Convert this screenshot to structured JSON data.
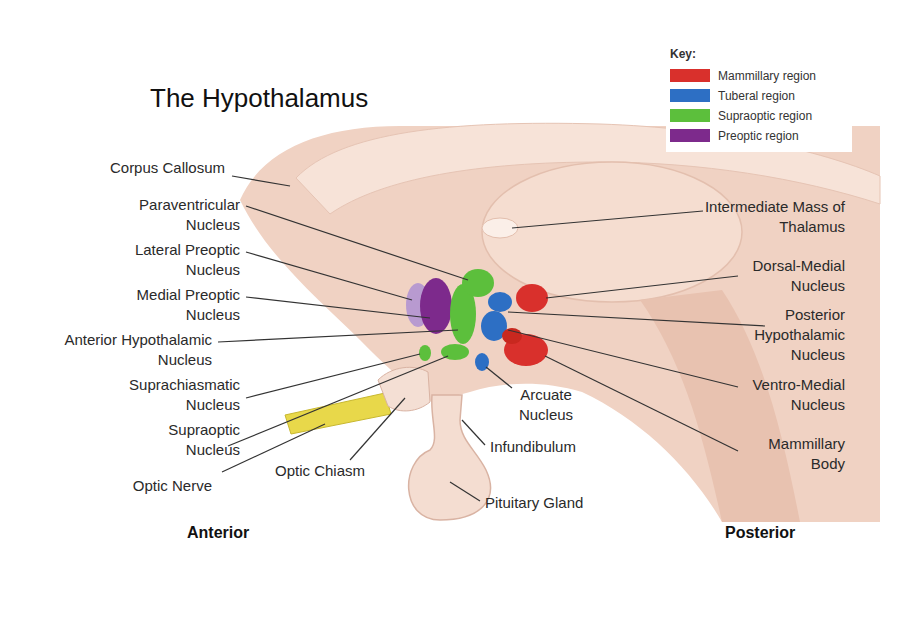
{
  "diagram": {
    "title": "The Hypothalamus",
    "labels": [
      "Key:",
      "Corpus Callosum",
      "Intermediate Mass of Thalamus",
      "Paraventricular Nucleus",
      "Lateral Preoptic Nucleus",
      "Dorsal-Medial Nucleus",
      "Medial Preoptic Nucleus",
      "Posterior Hypothalamic Nucleus",
      "Anterior Hypothalamic Nucleus",
      "Suprachiasmatic Nucleus",
      "Ventro-Medial Nucleus",
      "Arcuate Nucleus",
      "Supraoptic Nucleus",
      "Infundibulum",
      "Mammillary Body",
      "Optic Chiasm",
      "Optic Nerve",
      "Pituitary Gland",
      "Anterior",
      "Posterior"
    ],
    "legend": [
      {
        "text": "Mammillary region",
        "color": "#d9302c"
      },
      {
        "text": "Tuberal region",
        "color": "#2d6fc4"
      },
      {
        "text": "Supraoptic region",
        "color": "#5cbf3c"
      },
      {
        "text": "Preoptic region",
        "color": "#7d2a8c"
      }
    ]
  }
}
